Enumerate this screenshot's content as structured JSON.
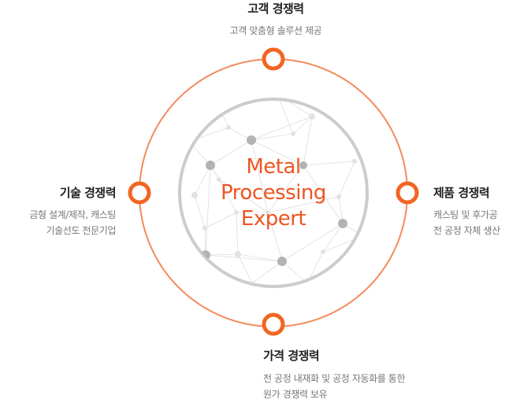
{
  "center": {
    "line1": "Metal",
    "line2": "Processing",
    "line3": "Expert"
  },
  "competencies": {
    "top": {
      "title": "고객 경쟁력",
      "desc": [
        "고객 맞춤형 솔루션 제공"
      ]
    },
    "left": {
      "title": "기술 경쟁력",
      "desc": [
        "금형 설계/제작, 캐스팅",
        "기술선도 전문기업"
      ]
    },
    "right": {
      "title": "제품 경쟁력",
      "desc": [
        "캐스팅 및 후가공",
        "전 공정 자체 생산"
      ]
    },
    "bottom": {
      "title": "가격 경쟁력",
      "desc": [
        "전 공정 내재화 및 공정 자동화를 통한",
        "원가 경쟁력 보유"
      ]
    }
  },
  "colors": {
    "accent": "#f26522",
    "ring": "#f58a5c",
    "inner_ring": "#cccccc",
    "node": "#b3b3b3",
    "title": "#222222",
    "desc": "#777777"
  }
}
